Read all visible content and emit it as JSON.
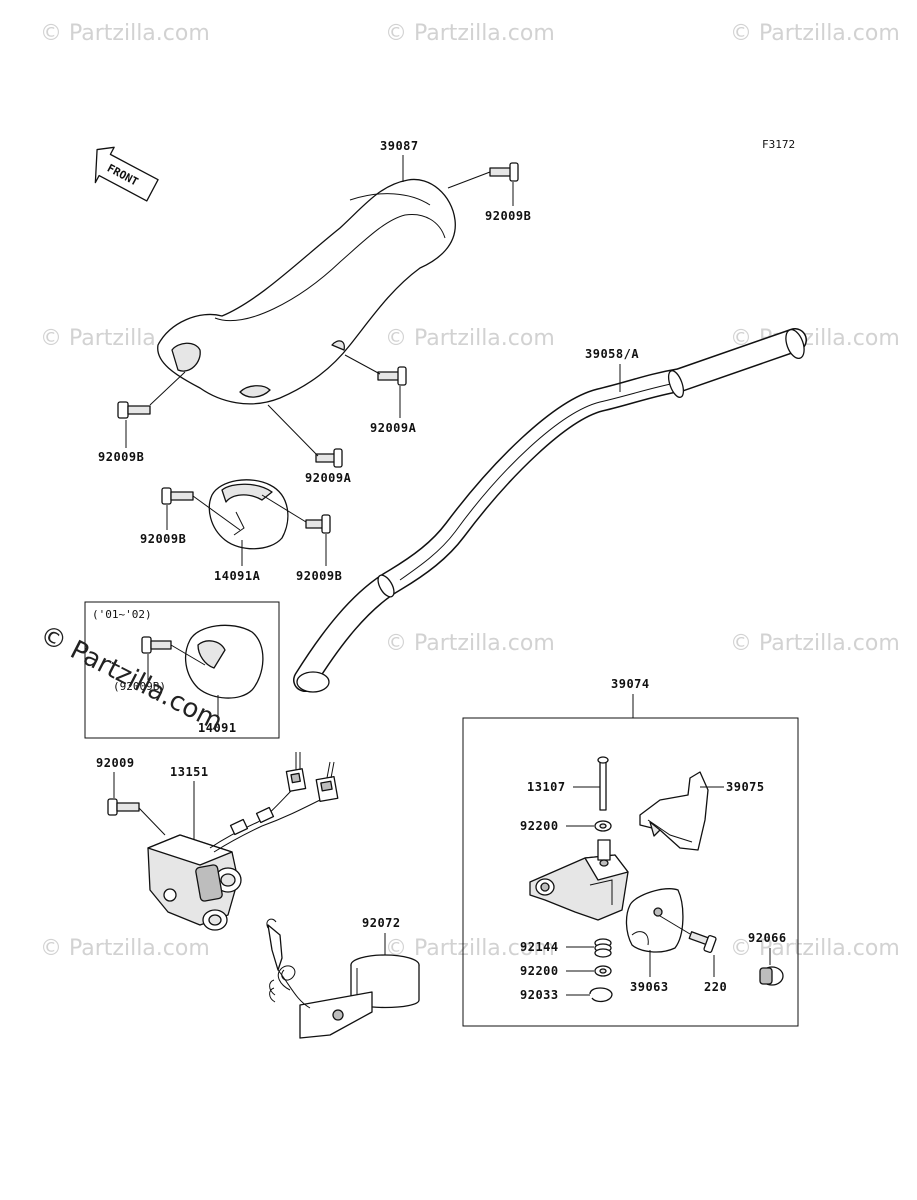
{
  "figure_code": "F3172",
  "direction_arrow": "FRONT",
  "watermark": {
    "text": "© Partzilla.com",
    "symbol": "©"
  },
  "inset_variant": {
    "years": "('01~'02)",
    "bolt": "(92009B)",
    "part": "14091"
  },
  "parts": {
    "p39087": "39087",
    "p92009B_top": "92009B",
    "p92009B_left": "92009B",
    "p92009A_mid": "92009A",
    "p92009A_low": "92009A",
    "p92009B_cov1": "92009B",
    "p92009B_cov2": "92009B",
    "p14091A": "14091A",
    "p39058A": "39058/A",
    "p92009": "92009",
    "p13151": "13151",
    "p92072": "92072",
    "p39074": "39074",
    "p13107": "13107",
    "p39075": "39075",
    "p92200_a": "92200",
    "p92144": "92144",
    "p92200_b": "92200",
    "p92033": "92033",
    "p39063": "39063",
    "p220": "220",
    "p92066": "92066"
  }
}
